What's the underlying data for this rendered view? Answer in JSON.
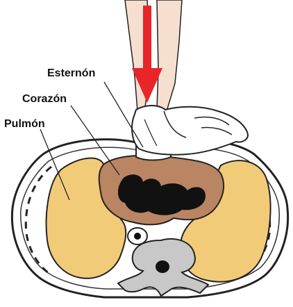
{
  "labels": {
    "sternum": "Esternón",
    "heart": "Corazón",
    "lung": "Pulmón"
  },
  "colors": {
    "arrow": "#e8262a",
    "lung_fill": "#f2cb79",
    "heart_fill": "#b98563",
    "heart_cavity": "#111111",
    "bone": "#c8c8c8",
    "skin": "#f6dfcf",
    "glove": "#ffffff",
    "outline": "#222222"
  },
  "icons": {
    "compression": "arrow-down-icon",
    "hands": "gloved-hands-icon"
  }
}
